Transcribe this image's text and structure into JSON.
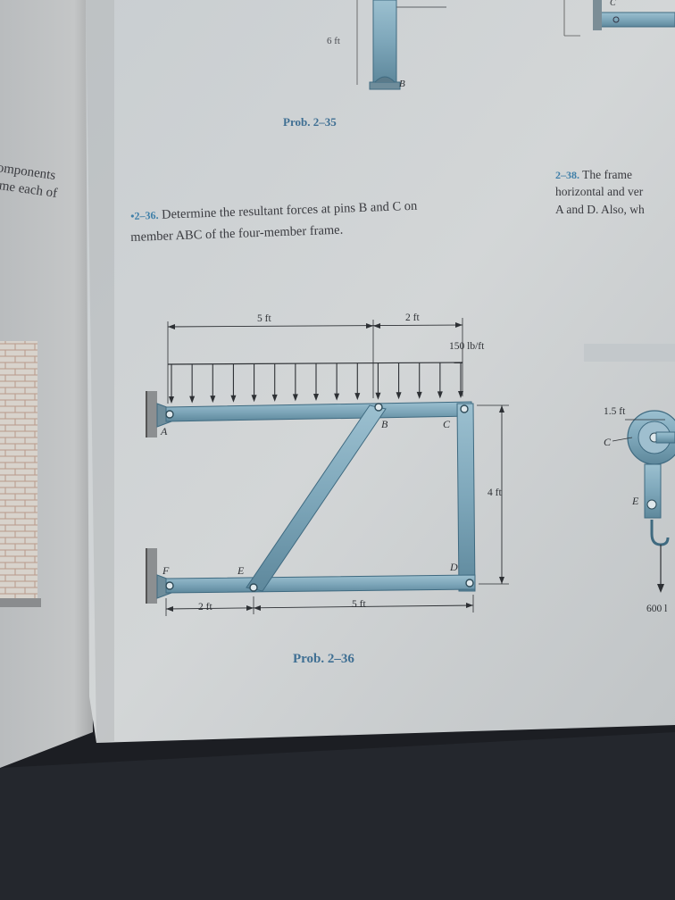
{
  "top_figure": {
    "dimension_label": "6 ft",
    "point_label": "B",
    "caption": "Prob. 2–35",
    "right_partial_label": "C"
  },
  "left_page": {
    "text_line_1": "omponents",
    "text_line_2": "me each of"
  },
  "problem_236": {
    "number": "•2–36.",
    "text_line_1": "Determine the resultant forces at pins B and C on",
    "text_line_2": "member ABC of the four-member frame."
  },
  "problem_238": {
    "number": "2–38.",
    "line_1_rest": "The frame",
    "line_2": "horizontal and ver",
    "line_3": "A and D. Also, wh"
  },
  "figure_236": {
    "caption": "Prob. 2–36",
    "load_label": "150 lb/ft",
    "dims": {
      "top_left": "5 ft",
      "top_right": "2 ft",
      "right_vertical": "4 ft",
      "bottom_left": "2 ft",
      "bottom_right": "5 ft"
    },
    "points": {
      "A": "A",
      "B": "B",
      "C": "C",
      "D": "D",
      "E": "E",
      "F": "F"
    }
  },
  "right_figure": {
    "dim_label": "1.5 ft",
    "point_c": "C",
    "point_e": "E",
    "load_label": "600 l"
  },
  "colors": {
    "page": "#cdd1d3",
    "member": "#7fa9bd",
    "member_edge": "#3f6a80",
    "accent_text": "#3f7fa8",
    "background": "#1c1e23"
  }
}
